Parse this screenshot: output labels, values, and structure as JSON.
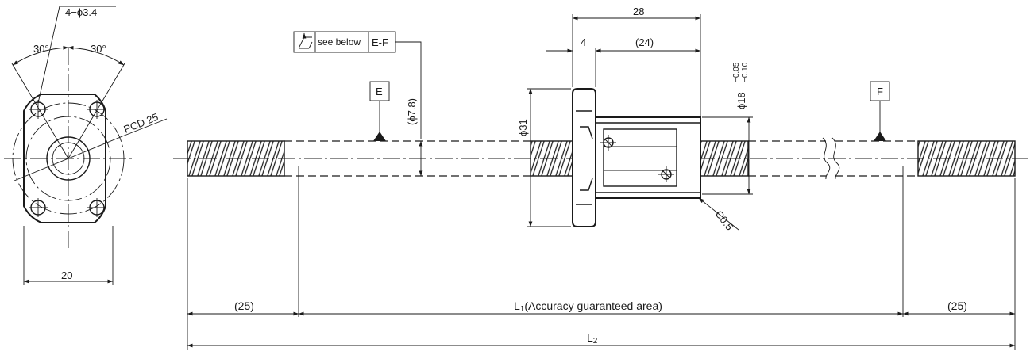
{
  "end_view": {
    "hole_label": "4−ϕ3.4",
    "angle_left": "30°",
    "angle_right": "30°",
    "pcd_label": "PCD 25",
    "width_dim": "20"
  },
  "tolerance_frame": {
    "icon": "total-runout-icon",
    "note": "see below",
    "datum_ref": "E-F"
  },
  "datums": {
    "left": "E",
    "right": "F"
  },
  "dims": {
    "shaft_dia": "(ϕ7.8)",
    "flange_dia": "ϕ31",
    "nut_len_total": "28",
    "flange_thk": "4",
    "nut_body": "(24)",
    "nut_dia": "ϕ18",
    "nut_tol_upper": "−0.05",
    "nut_tol_lower": "−0.10",
    "chamfer": "C0.5",
    "end_left": "(25)",
    "end_right": "(25)",
    "l1_main": "L",
    "l1_sub": "1",
    "l1_note": "(Accuracy guaranteed area)",
    "l2_main": "L",
    "l2_sub": "2"
  }
}
